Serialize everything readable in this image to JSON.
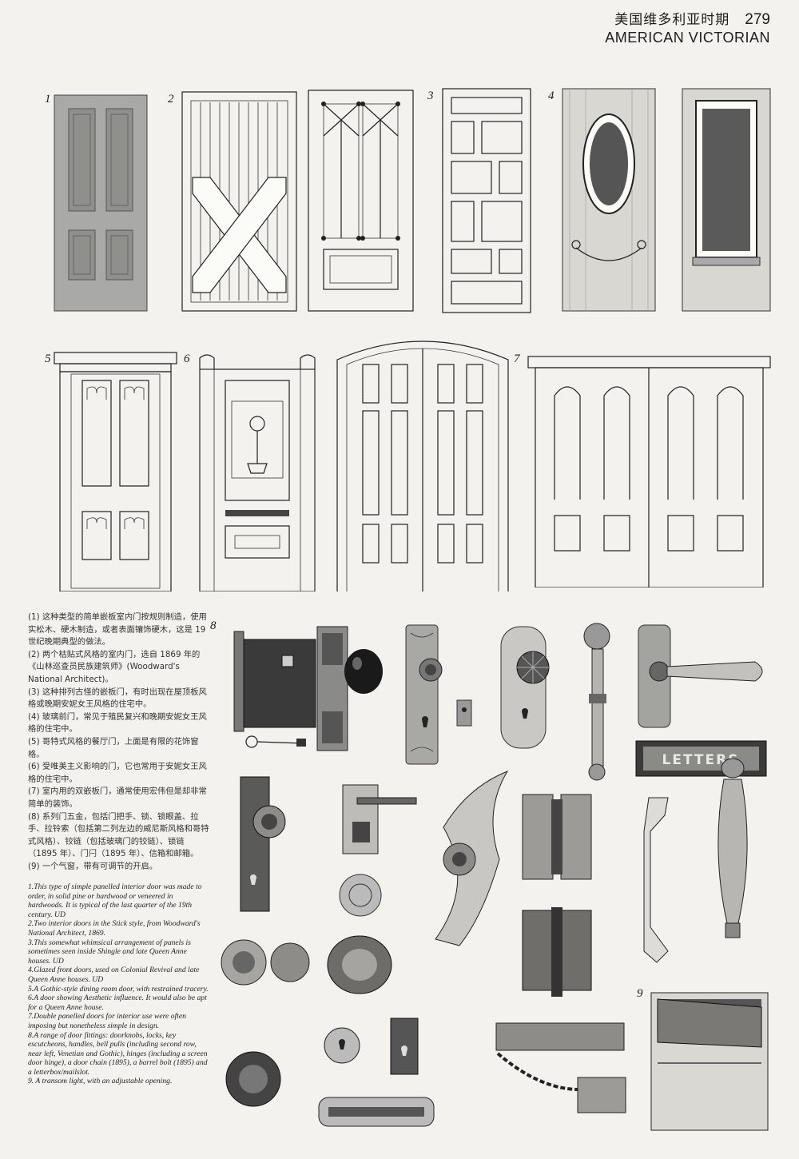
{
  "header": {
    "title_zh": "美国维多利亚时期",
    "page_number": "279",
    "title_en": "AMERICAN VICTORIAN"
  },
  "figure_numbers": [
    "1",
    "2",
    "3",
    "4",
    "5",
    "6",
    "7",
    "8",
    "9"
  ],
  "letterbox_text": "LETTERS",
  "captions_zh": [
    "(1) 这种类型的简单嵌板室内门按规则制造，使用实松木、硬木制造，或者表面镶饰硬木，这是 19 世纪晚期典型的做法。",
    "(2) 两个枯贴式风格的室内门，选自 1869 年的《山林巡查员民族建筑师》(Woodward's National Architect)。",
    "(3) 这种排列古怪的嵌板门，有时出现在屋顶板风格或晚期安妮女王风格的住宅中。",
    "(4) 玻璃前门，常见于殖民复兴和晚期安妮女王风格的住宅中。",
    "(5) 哥特式风格的餐厅门，上面是有限的花饰窗格。",
    "(6) 受唯美主义影响的门，它也常用于安妮女王风格的住宅中。",
    "(7) 室内用的双嵌板门，通常使用宏伟但是却非常简单的装饰。",
    "(8) 系列门五金，包括门把手、锁、锁眼盖、拉手、拉铃索（包括第二列左边的威尼斯风格和哥特式风格）、铰链（包括玻璃门的铰链）、锁链（1895 年）、门闩（1895 年）、信箱和邮箱。",
    "(9) 一个气窗，带有可调节的开启。"
  ],
  "captions_en": [
    "1.This type of simple panelled interior door was made to order, in solid pine or hardwood or veneered in hardwoods. It is typical of the last quarter of the 19th century. UD",
    "2.Two interior doors in the Stick style, from Woodward's National Architect, 1869.",
    "3.This somewhat whimsical arrangement of panels is sometimes seen inside Shingle and late Queen Anne houses. UD",
    "4.Glazed front doors, used on Colonial Revival and late Queen Anne houses. UD",
    "5.A Gothic-style dining room door, with restrained tracery.",
    "6.A door showing Aesthetic influence. It would also be apt for a Queen Anne house.",
    "7.Double panelled doors for interior use were often imposing but nonetheless simple in design.",
    "8.A range of door fittings: doorknobs, locks, key escutcheons, handles, bell pulls (including second row, near left, Venetian and Gothic), hinges (including a screen door hinge), a door chain (1895), a barrel bolt (1895) and a letterbox/mailslot.",
    "9. A transom light, with an adjustable opening."
  ]
}
